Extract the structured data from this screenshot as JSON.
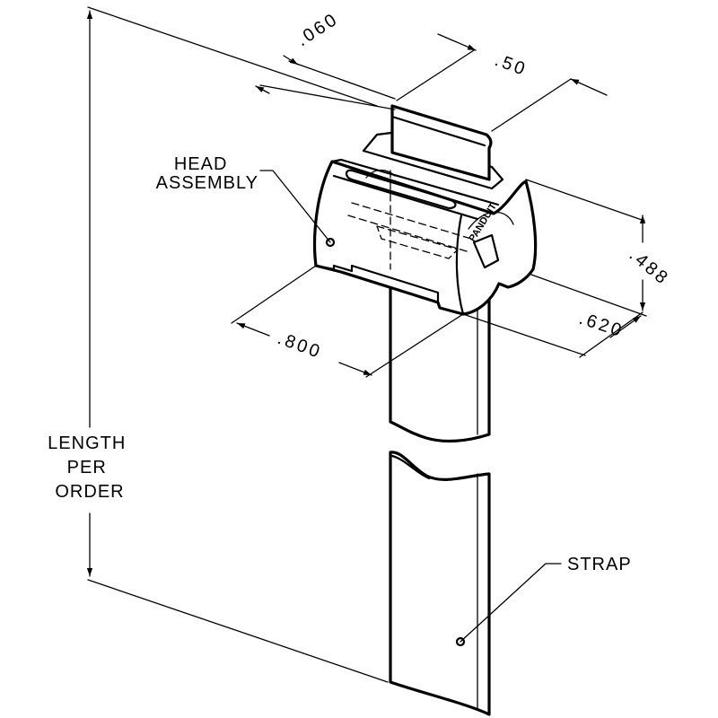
{
  "labels": {
    "head_assembly": [
      "HEAD",
      "ASSEMBLY"
    ],
    "strap": "STRAP",
    "length": [
      "LENGTH",
      "PER",
      "ORDER"
    ]
  },
  "dimensions": {
    "thickness": ".060",
    "width": ".50",
    "head_height": ".488",
    "head_depth": ".620",
    "head_length": ".800"
  },
  "brand_mark": "PANDUIT",
  "colors": {
    "ink": "#000000",
    "paper": "#ffffff"
  }
}
